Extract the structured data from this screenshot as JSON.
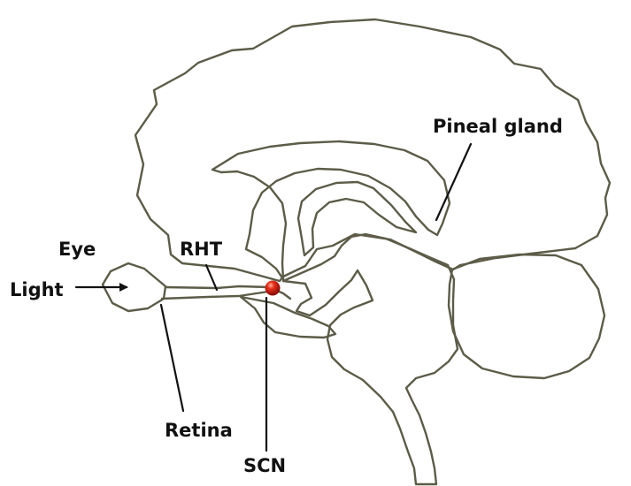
{
  "labels": {
    "pineal_gland": "Pineal gland",
    "eye": "Eye",
    "rht": "RHT",
    "light": "Light",
    "retina": "Retina",
    "scn": "SCN"
  },
  "colors": {
    "outline": "#5c5c48",
    "text": "#111111",
    "scn_marker": "#cc1a0c"
  }
}
